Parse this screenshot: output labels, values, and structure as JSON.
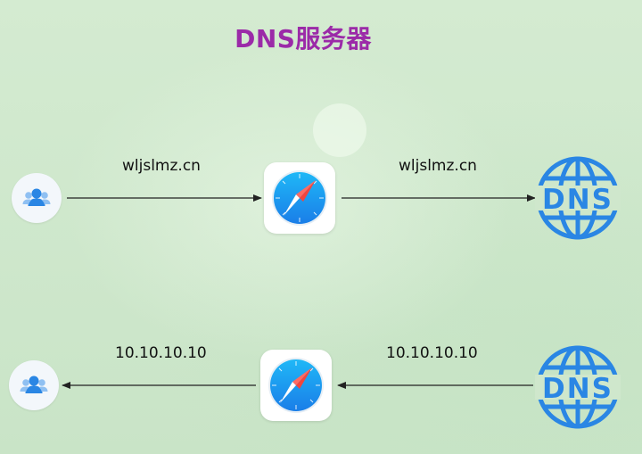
{
  "title": "DNS服务器",
  "top_row": {
    "left_label": "wljslmz.cn",
    "right_label": "wljslmz.cn"
  },
  "bottom_row": {
    "left_label": "10.10.10.10",
    "right_label": "10.10.10.10"
  },
  "dns_icon_text": "DNS",
  "colors": {
    "title": "#9b2aa8",
    "dns_blue": "#2a86e4",
    "user_blue": "#2a86e4",
    "safari_blue": "#1b9af0"
  },
  "icons": [
    "users-icon",
    "safari-compass-icon",
    "dns-globe-icon"
  ]
}
